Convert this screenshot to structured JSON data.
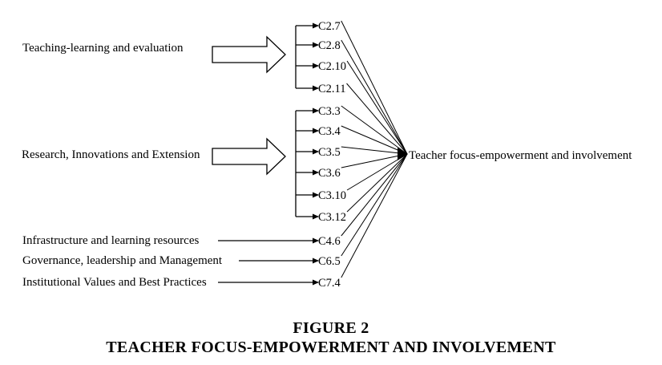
{
  "diagram": {
    "groups": [
      {
        "label": "Teaching-learning and evaluation",
        "items": [
          "C2.7",
          "C2.8",
          "C2.10",
          "C2.11"
        ]
      },
      {
        "label": "Research, Innovations and Extension",
        "items": [
          "C3.3",
          "C3.4",
          "C3.5",
          "C3.6",
          "C3.10",
          "C3.12"
        ]
      }
    ],
    "direct": [
      {
        "label": "Infrastructure and learning resources",
        "item": "C4.6"
      },
      {
        "label": "Governance, leadership and Management",
        "item": "C6.5"
      },
      {
        "label": "Institutional Values and Best Practices",
        "item": "C7.4"
      }
    ],
    "target": "Teacher focus-empowerment and involvement"
  },
  "caption": {
    "figure": "FIGURE 2",
    "title": "TEACHER FOCUS-EMPOWERMENT AND INVOLVEMENT"
  }
}
